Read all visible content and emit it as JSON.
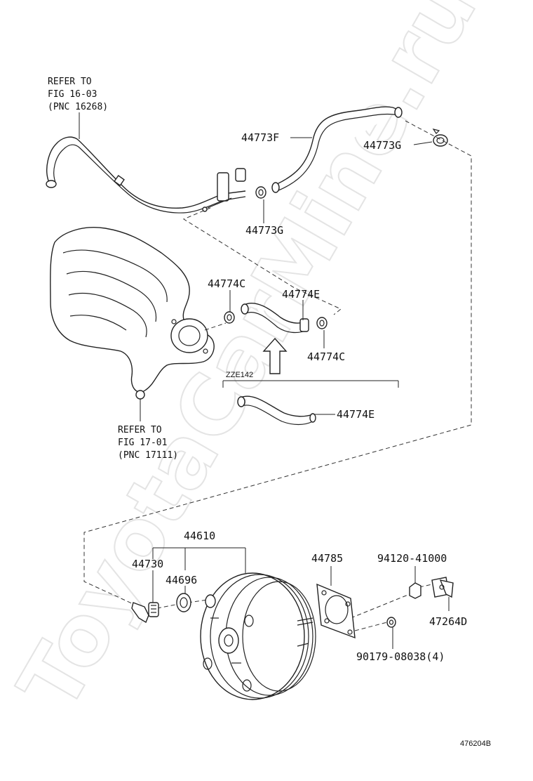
{
  "watermark": "ToyotaCarMine.ru",
  "ref_top": [
    "REFER TO",
    "FIG 16-03",
    "(PNC 16268)"
  ],
  "ref_mid": [
    "REFER TO",
    "FIG 17-01",
    "(PNC 17111)"
  ],
  "variant": "ZZE142",
  "figure_id": "476204B",
  "labels": {
    "p44773F": "44773F",
    "p44773G_a": "44773G",
    "p44773G_b": "44773G",
    "p44774C_a": "44774C",
    "p44774C_b": "44774C",
    "p44774E_a": "44774E",
    "p44774E_b": "44774E",
    "p44610": "44610",
    "p44730": "44730",
    "p44696": "44696",
    "p44785": "44785",
    "p94120": "94120-41000",
    "p47264D": "47264D",
    "p90179": "90179-08038(4)"
  }
}
